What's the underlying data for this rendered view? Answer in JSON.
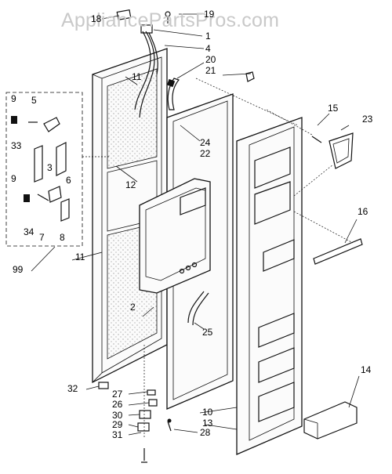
{
  "watermark": "AppliancePartsPros.com",
  "labels": {
    "p1": "1",
    "p2": "2",
    "p3": "3",
    "p4": "4",
    "p5": "5",
    "p6": "6",
    "p7": "7",
    "p8": "8",
    "p9a": "9",
    "p9b": "9",
    "p10": "10",
    "p11a": "11",
    "p11b": "11",
    "p12": "12",
    "p13": "13",
    "p14": "14",
    "p15": "15",
    "p16": "16",
    "p18": "18",
    "p19": "19",
    "p20": "20",
    "p21": "21",
    "p22": "22",
    "p23": "23",
    "p24": "24",
    "p25": "25",
    "p26": "26",
    "p27": "27",
    "p28": "28",
    "p29": "29",
    "p30": "30",
    "p31": "31",
    "p32": "32",
    "p33": "33",
    "p34": "34",
    "p99": "99"
  }
}
